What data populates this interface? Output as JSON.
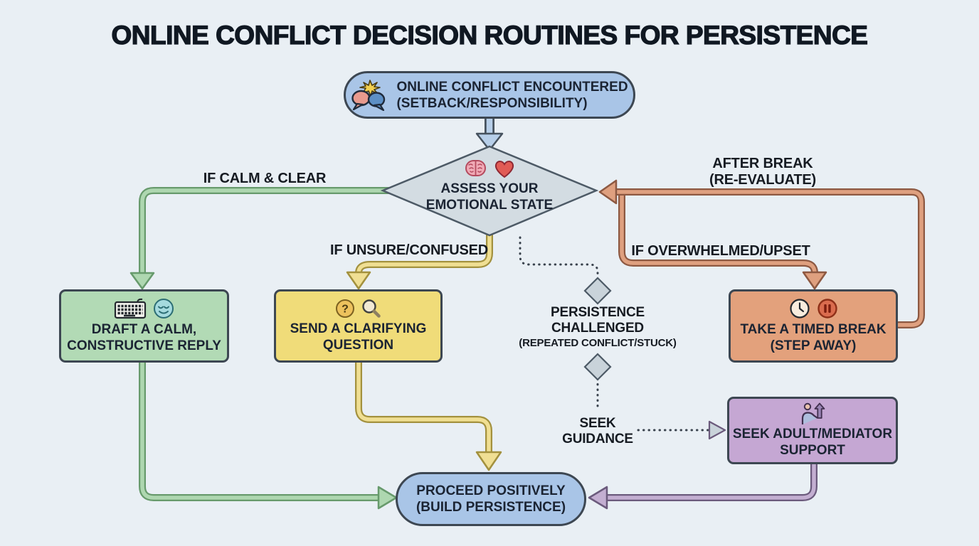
{
  "title": "ONLINE CONFLICT DECISION ROUTINES FOR PERSISTENCE",
  "nodes": {
    "start": {
      "line1": "ONLINE CONFLICT ENCOUNTERED",
      "line2": "(SETBACK/RESPONSIBILITY)"
    },
    "assess": {
      "line1": "ASSESS YOUR",
      "line2": "EMOTIONAL STATE"
    },
    "draft": {
      "line1": "DRAFT A CALM,",
      "line2": "CONSTRUCTIVE REPLY"
    },
    "clarify": {
      "line1": "SEND A CLARIFYING",
      "line2": "QUESTION"
    },
    "timed_break": {
      "line1": "TAKE A TIMED BREAK",
      "line2": "(STEP AWAY)"
    },
    "support": {
      "line1": "SEEK ADULT/MEDIATOR",
      "line2": "SUPPORT"
    },
    "proceed": {
      "line1": "PROCEED POSITIVELY",
      "line2": "(BUILD PERSISTENCE)"
    }
  },
  "labels": {
    "calm": "IF CALM & CLEAR",
    "unsure": "IF UNSURE/CONFUSED",
    "overwhelmed": "IF OVERWHELMED/UPSET",
    "after_break_line1": "AFTER BREAK",
    "after_break_line2": "(RE-EVALUATE)",
    "persistence_line1": "PERSISTENCE",
    "persistence_line2": "CHALLENGED",
    "persistence_line3": "(REPEATED CONFLICT/STUCK)",
    "seek_line1": "SEEK",
    "seek_line2": "GUIDANCE"
  },
  "icons": {
    "start": "conflict-speech-bubbles-icon",
    "assess": [
      "brain-icon",
      "heart-icon"
    ],
    "draft": [
      "keyboard-icon",
      "calm-face-icon"
    ],
    "clarify": [
      "question-mark-icon",
      "magnifier-icon"
    ],
    "timed_break": [
      "clock-icon",
      "pause-icon"
    ],
    "support": "handshake-growth-icon"
  },
  "colors": {
    "bg": "#e9eff4",
    "title_ink": "#101822",
    "ink": "#1b2433",
    "label_ink": "#161b22",
    "node_border": "#3d4752",
    "blue_fill": "#a9c5e7",
    "blue_line_dark": "#46525e",
    "blue_line_light": "#b7cfe9",
    "diamond_fill": "#d3dce2",
    "diamond_border": "#4d5a66",
    "small_diamond_fill": "#c9d3da",
    "green_fill": "#b2dab5",
    "green_dark": "#679a6c",
    "green_light": "#aed7b0",
    "yellow_fill": "#f0dc79",
    "yellow_dark": "#a3913e",
    "yellow_light": "#f0df93",
    "orange_fill": "#e3a17c",
    "orange_dark": "#8d5942",
    "orange_light": "#dfa07f",
    "purple_fill": "#c5a7d3",
    "purple_dark": "#6b5a7c",
    "purple_light": "#c3aed1",
    "dotted": "#39424d"
  }
}
